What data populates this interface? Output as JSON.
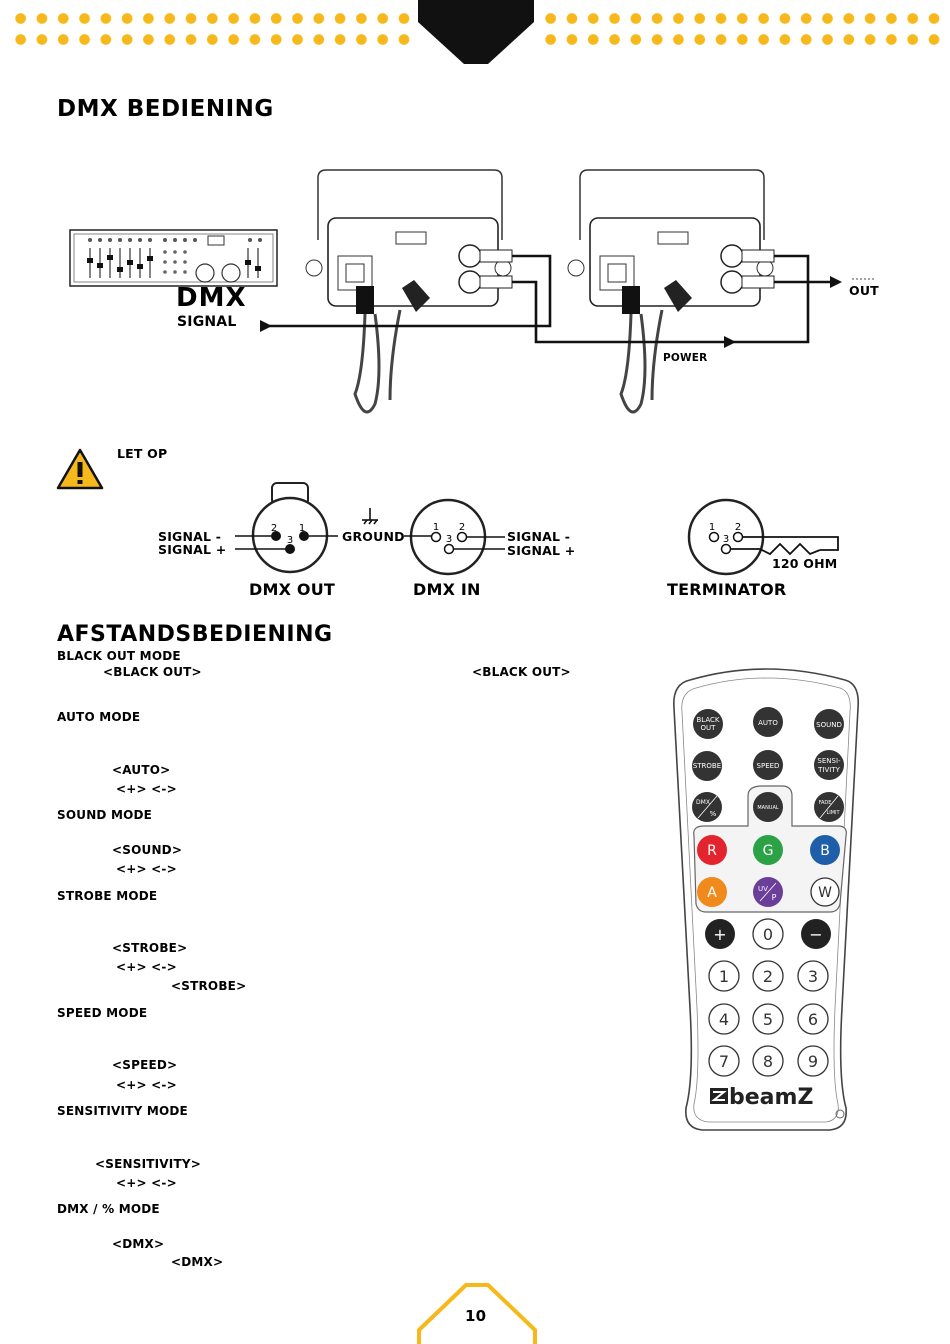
{
  "headings": {
    "dmx_section": "DMX BEDIENING",
    "remote_section": "AFSTANDSBEDIENING"
  },
  "dmx_diagram": {
    "dmx_label": "DMX",
    "signal_label": "SIGNAL",
    "out_label": "OUT",
    "power_label": "POWER"
  },
  "warning": {
    "label": "LET OP"
  },
  "pinout": {
    "signal_minus": "SIGNAL -",
    "signal_plus": "SIGNAL +",
    "ground": "GROUND",
    "dmx_out": "DMX OUT",
    "dmx_in": "DMX IN",
    "terminator": "TERMINATOR",
    "ohm": "120 OHM",
    "pin1": "1",
    "pin2": "2",
    "pin3": "3"
  },
  "modes": {
    "blackout_title": "BLACK OUT MODE",
    "blackout_key1": "<BLACK OUT>",
    "blackout_key2": "<BLACK OUT>",
    "auto_title": "AUTO MODE",
    "auto_key": "<AUTO>",
    "auto_keys": "<+>   <->",
    "sound_title": "SOUND MODE",
    "sound_key": "<SOUND>",
    "sound_keys": "<+>   <->",
    "strobe_title": "STROBE MODE",
    "strobe_key": "<STROBE>",
    "strobe_keys": "<+>   <->",
    "strobe_key2": "<STROBE>",
    "speed_title": "SPEED MODE",
    "speed_key": "<SPEED>",
    "speed_keys": "<+>   <->",
    "sens_title": "SENSITIVITY MODE",
    "sens_key": "<SENSITIVITY>",
    "sens_keys": "<+>   <->",
    "dmx_title": "DMX / % MODE",
    "dmx_key": "<DMX>",
    "dmx_key2": "<DMX>"
  },
  "remote": {
    "black_out": [
      "BLACK",
      "OUT"
    ],
    "auto": "AUTO",
    "sound": "SOUND",
    "strobe": "STROBE",
    "speed": "SPEED",
    "sensitivity": [
      "SENSI-",
      "TIVITY"
    ],
    "dmx_pct": [
      "DMX",
      "%"
    ],
    "manual": "MANUAL",
    "fade": [
      "FADE",
      "LIMIT"
    ],
    "r": "R",
    "g": "G",
    "b": "B",
    "a": "A",
    "uvp": [
      "UV",
      "P"
    ],
    "w": "W",
    "plus": "+",
    "zero": "0",
    "minus": "−",
    "digits": [
      "1",
      "2",
      "3",
      "4",
      "5",
      "6",
      "7",
      "8",
      "9"
    ],
    "brand": "beamZ",
    "colors": {
      "r": "#e3232d",
      "g": "#2aa245",
      "b": "#1f5ea8",
      "a": "#f08a1c",
      "uv": "#6b3e9a"
    }
  },
  "footer": {
    "page_number": "10"
  },
  "accent_color": "#f7b81c"
}
